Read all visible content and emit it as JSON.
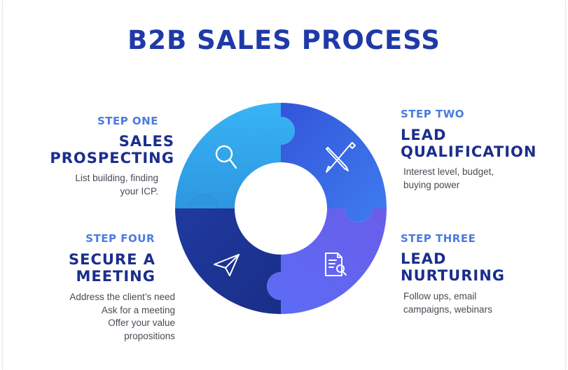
{
  "title": "B2B SALES PROCESS",
  "steps": [
    {
      "label": "STEP ONE",
      "heading": [
        "SALES",
        "PROSPECTING"
      ],
      "description": [
        "List building, finding",
        "your  ICP."
      ],
      "icon": "magnifier-icon",
      "color": "#37aaf0"
    },
    {
      "label": "STEP TWO",
      "heading": [
        "LEAD",
        "QUALIFICATION"
      ],
      "description": [
        "Interest level, budget,",
        "buying power"
      ],
      "icon": "pencil-brush-icon",
      "color": "#3a6fe6"
    },
    {
      "label": "STEP THREE",
      "heading": [
        "LEAD",
        "NURTURING"
      ],
      "description": [
        "Follow ups, email",
        "campaigns, webinars"
      ],
      "icon": "document-search-icon",
      "color": "#6b5cf0"
    },
    {
      "label": "STEP FOUR",
      "heading": [
        "SECURE A",
        "MEETING"
      ],
      "description": [
        "Address the client’s need",
        "Ask for a meeting",
        "Offer your value",
        "propositions"
      ],
      "icon": "paper-plane-icon",
      "color": "#1f3aa8"
    }
  ]
}
